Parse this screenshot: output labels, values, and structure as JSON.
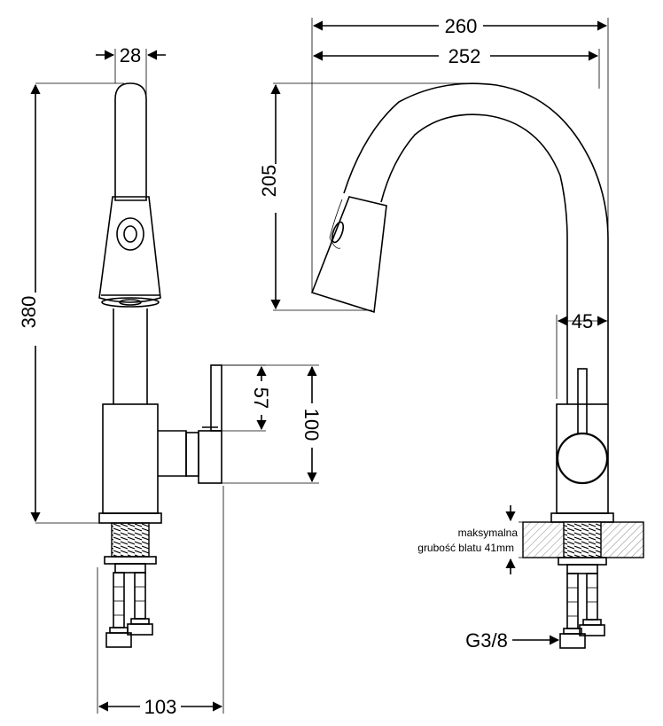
{
  "dimensions": {
    "d28": "28",
    "d380": "380",
    "d57": "57",
    "d100": "100",
    "d103": "103",
    "d260": "260",
    "d252": "252",
    "d205": "205",
    "d45": "45"
  },
  "notes": {
    "max_line1": "maksymalna",
    "max_line2": "grubość blatu 41mm",
    "thread": "G3/8"
  }
}
